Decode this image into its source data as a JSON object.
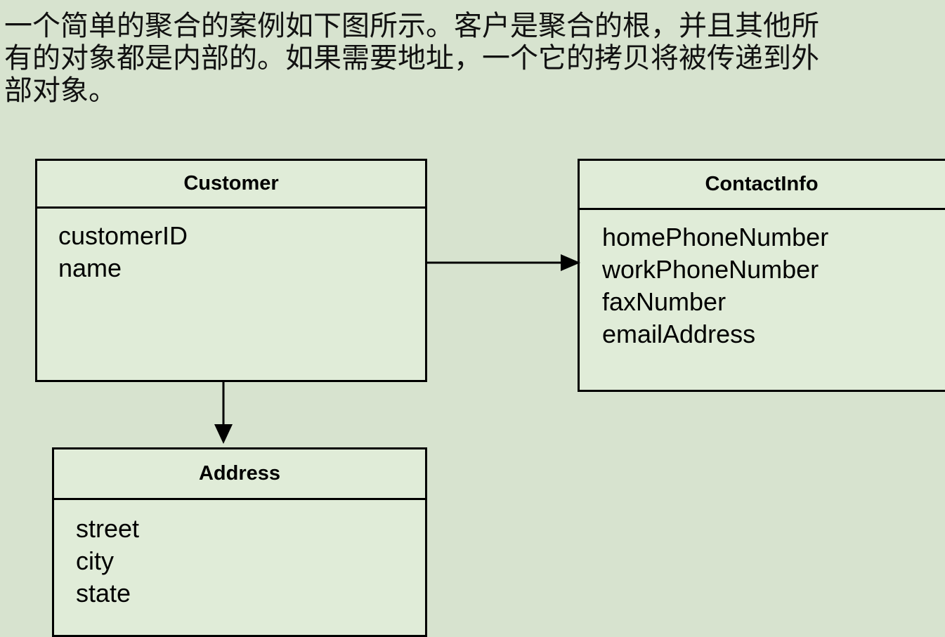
{
  "intro": {
    "line1": "一个简单的聚合的案例如下图所示。客户是聚合的根，并且其他所",
    "line2": "有的对象都是内部的。如果需要地址，一个它的拷贝将被传递到外",
    "line3": "部对象。"
  },
  "classes": {
    "customer": {
      "name": "Customer",
      "attributes": [
        "customerID",
        "name"
      ]
    },
    "contact_info": {
      "name": "ContactInfo",
      "attributes": [
        "homePhoneNumber",
        "workPhoneNumber",
        "faxNumber",
        "emailAddress"
      ]
    },
    "address": {
      "name": "Address",
      "attributes": [
        "street",
        "city",
        "state"
      ]
    }
  }
}
